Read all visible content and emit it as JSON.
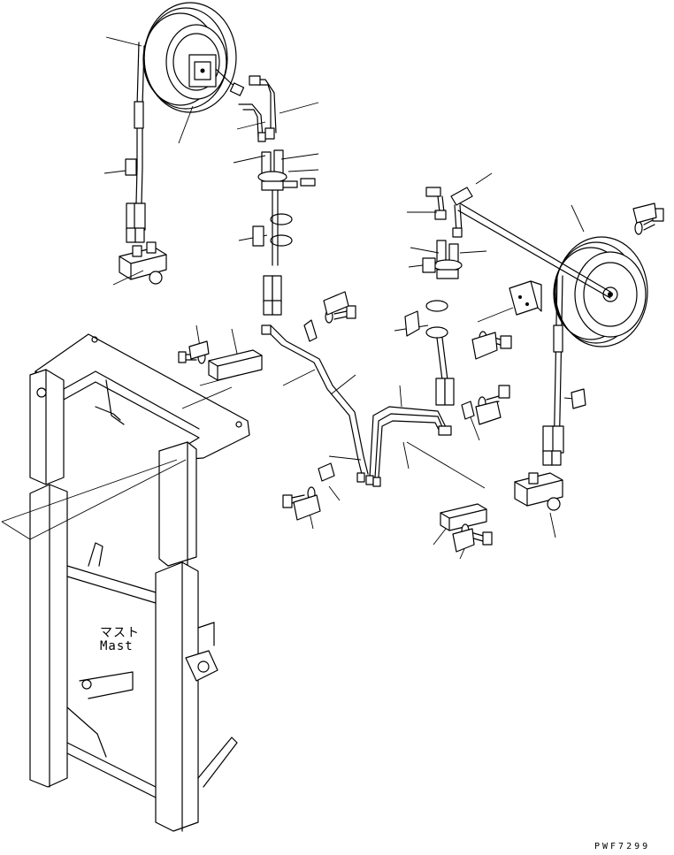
{
  "diagram": {
    "labels": {
      "mast_jp": "マスト",
      "mast_en": "Mast",
      "drawing_code": "PWF7299"
    },
    "parts": [
      "left-hose-reel",
      "right-hose-reel",
      "left-hose",
      "right-hose",
      "mast-frame",
      "inner-mast",
      "pipe-assembly",
      "brackets",
      "bolts-and-washers",
      "clamps",
      "elbow-fittings",
      "connectors"
    ],
    "colors": {
      "line": "#000000",
      "background": "#ffffff"
    }
  }
}
